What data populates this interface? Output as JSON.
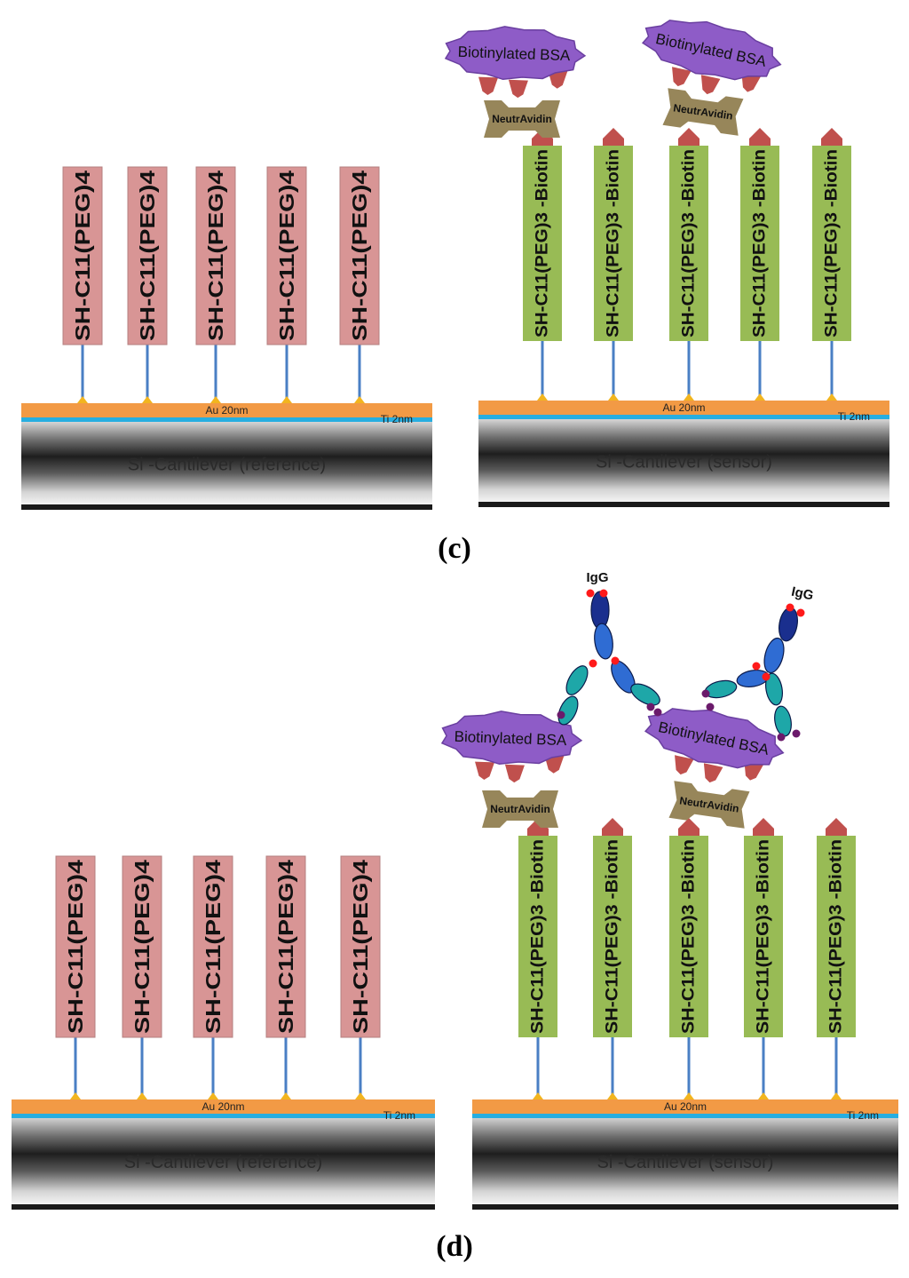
{
  "panels": [
    {
      "id": "c",
      "caption": "(c)",
      "left": {
        "layer_au": "Au 20nm",
        "layer_ti": "Ti 2nm",
        "substrate": "Si -Cantilever (reference)",
        "molecule_label": "SH-C11(PEG)4",
        "molecule_count": 5
      },
      "right": {
        "layer_au": "Au 20nm",
        "layer_ti": "Ti 2nm",
        "substrate": "Si -Cantilever (sensor)",
        "molecule_label": "SH-C11(PEG)3 -Biotin",
        "molecule_count": 5,
        "bsa_label": "Biotinylated BSA",
        "avidin_label": "NeutrAvidin",
        "igg_label": ""
      }
    },
    {
      "id": "d",
      "caption": "(d)",
      "left": {
        "layer_au": "Au 20nm",
        "layer_ti": "Ti 2nm",
        "substrate": "Si -Cantilever (reference)",
        "molecule_label": "SH-C11(PEG)4",
        "molecule_count": 5
      },
      "right": {
        "layer_au": "Au 20nm",
        "layer_ti": "Ti 2nm",
        "substrate": "Si -Cantilever (sensor)",
        "molecule_label": "SH-C11(PEG)3 -Biotin",
        "molecule_count": 5,
        "bsa_label": "Biotinylated BSA",
        "avidin_label": "NeutrAvidin",
        "igg_label": "IgG"
      }
    }
  ],
  "colors": {
    "gold_layer": "#f29a45",
    "ti_layer": "#27aee0",
    "peg_block": "#d89595",
    "biotin_block": "#98bb55",
    "linker": "#4a7fc4",
    "anchor": "#f2b51f",
    "biotin_tip": "#c0504d",
    "bsa": "#8e5cc7",
    "avidin": "#97865a",
    "igg_dark": "#1a2f8e",
    "igg_mid": "#2f6cd3",
    "igg_teal": "#1ea7a8",
    "igg_dot_red": "#ff1a1a",
    "igg_dot_purple": "#6b1a6b"
  }
}
